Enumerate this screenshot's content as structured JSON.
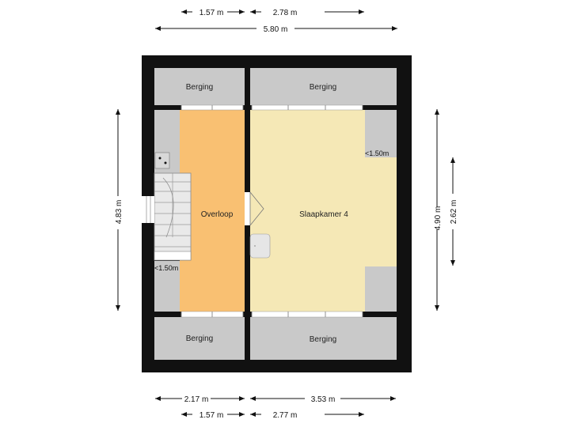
{
  "colors": {
    "wall": "#111111",
    "storage": "#c9c9c9",
    "landing": "#f9c072",
    "bedroom": "#f5e8b6",
    "stairs": "#e9e9e9",
    "dimension_line": "#111111"
  },
  "rooms": {
    "berging_top_left": "Berging",
    "berging_top_right": "Berging",
    "berging_bottom_left": "Berging",
    "berging_bottom_right": "Berging",
    "overloop": "Overloop",
    "slaapkamer": "Slaapkamer 4"
  },
  "height_notes": {
    "bedroom_upper": "<1.50m",
    "landing_lower": "<1.50m"
  },
  "dimensions": {
    "top_left": "1.57 m",
    "top_right": "2.78 m",
    "top_total": "5.80 m",
    "left_height": "4.83 m",
    "right_outer": "4.90 m",
    "right_inner": "2.62 m",
    "bottom_left": "2.17 m",
    "bottom_right": "3.53 m",
    "bottom2_left": "1.57 m",
    "bottom2_right": "2.77 m"
  }
}
